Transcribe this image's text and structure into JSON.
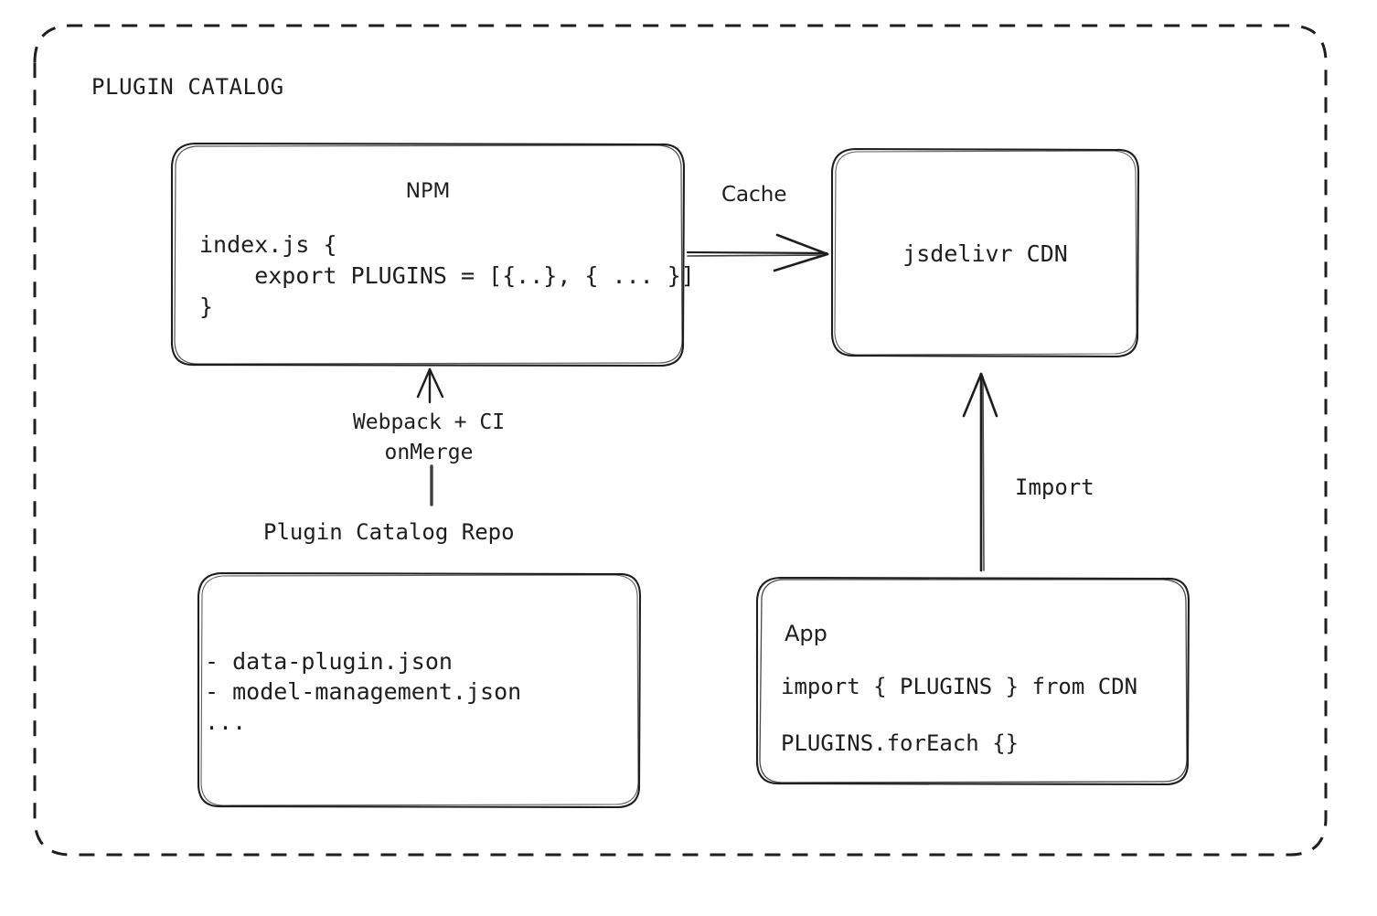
{
  "diagram": {
    "title": "PLUGIN CATALOG",
    "background": "#ffffff",
    "stroke_color": "#1e1e1e",
    "style": "hand-drawn"
  },
  "nodes": {
    "npm": {
      "title": "NPM",
      "code": "index.js {\n    export PLUGINS = [{..}, { ... }]\n}"
    },
    "cdn": {
      "title": "jsdelivr CDN"
    },
    "repo": {
      "title": "Plugin Catalog Repo",
      "files": "- data-plugin.json\n- model-management.json\n..."
    },
    "app": {
      "title": "App",
      "code_line_1": "import { PLUGINS } from CDN",
      "code_line_2": "PLUGINS.forEach {}"
    }
  },
  "edges": {
    "cache": {
      "label": "Cache",
      "from": "npm",
      "to": "cdn"
    },
    "webpack": {
      "label": "Webpack + CI\nonMerge",
      "from": "repo",
      "to": "npm"
    },
    "import": {
      "label": "Import",
      "from": "app",
      "to": "cdn"
    }
  }
}
